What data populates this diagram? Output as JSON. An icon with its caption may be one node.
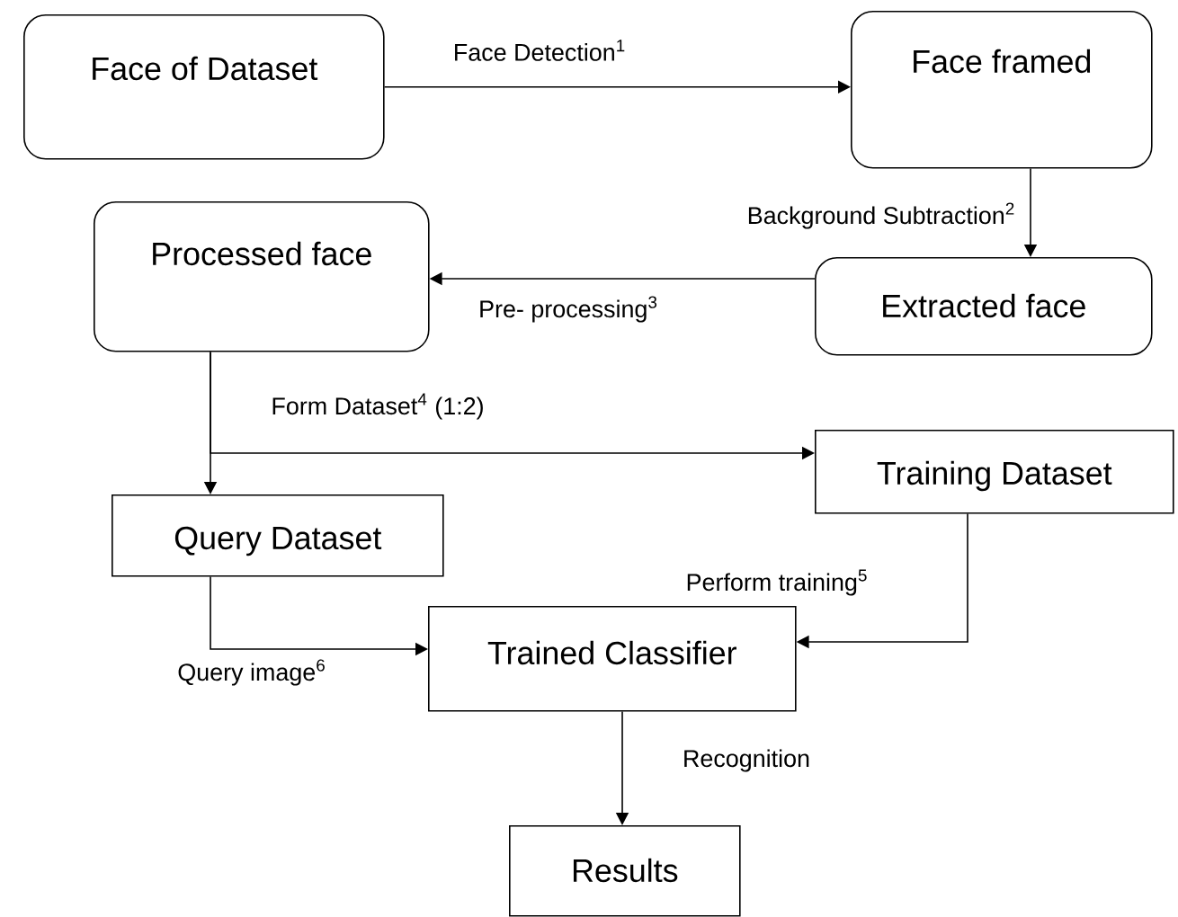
{
  "diagram": {
    "nodes": [
      {
        "text": [
          "Face of Dataset"
        ]
      },
      {
        "text": [
          "Face framed"
        ]
      },
      {
        "text": [
          "Processed face"
        ]
      },
      {
        "text": [
          "Extracted face"
        ]
      },
      {
        "text": [
          "Query Dataset"
        ]
      },
      {
        "text": [
          "Training Dataset"
        ]
      },
      {
        "text": [
          "Trained Classifier"
        ]
      },
      {
        "text": [
          "Results"
        ]
      }
    ],
    "edges": [
      {
        "from": 0,
        "to": 1,
        "arrow": "to",
        "label": "Face Detection$^{1}$"
      },
      {
        "from": 1,
        "to": 3,
        "arrow": "to",
        "label": "Background Subtraction$^{2}$"
      },
      {
        "from": 3,
        "to": 2,
        "arrow": "to",
        "label": "Pre- processing$^{3}$"
      },
      {
        "from": 2,
        "to": 4,
        "arrow": "to",
        "label": "Form Dataset$^{4}$ (1:2)"
      },
      {
        "from": 2,
        "to": 5,
        "arrow": "to"
      },
      {
        "from": 4,
        "to": 6,
        "arrow": "to",
        "label": "Query image$^{6}$"
      },
      {
        "from": 5,
        "to": 6,
        "arrow": "to",
        "label": "Perform training$^{5}$"
      },
      {
        "from": 6,
        "to": 7,
        "arrow": "to",
        "label": "Recognition"
      }
    ]
  }
}
